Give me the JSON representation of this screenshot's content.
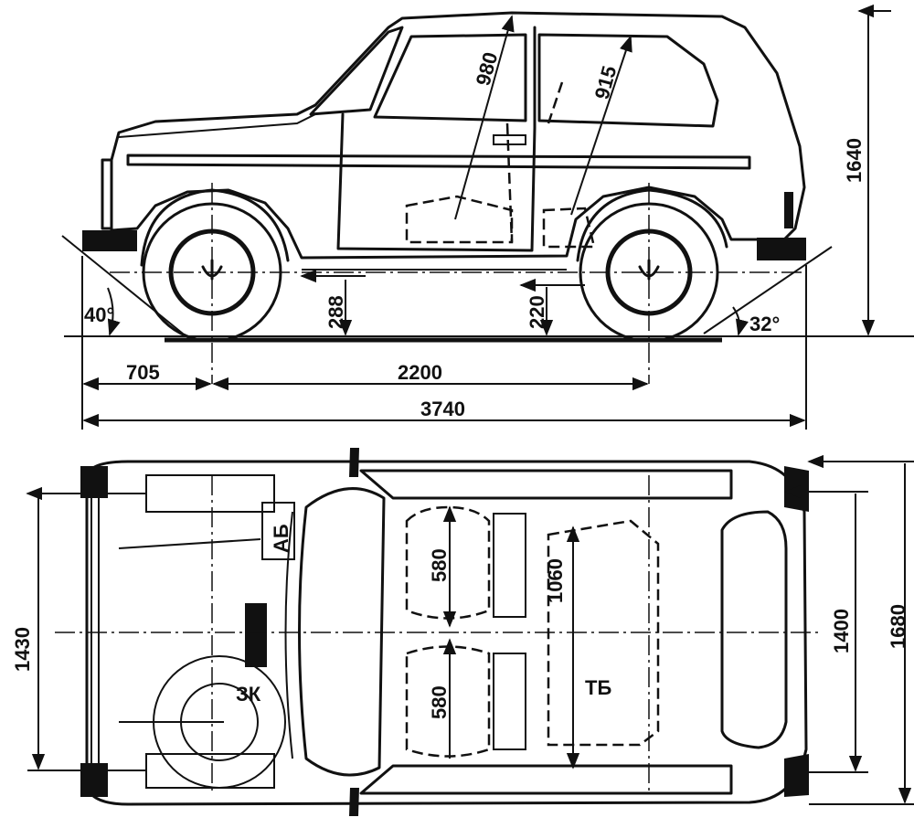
{
  "title": "Vehicle dimension drawing (side and top views)",
  "side_view": {
    "dims": {
      "seat_front_diag": "980",
      "seat_rear_diag": "915",
      "overall_height": "1640",
      "approach_angle": "40°",
      "ground_clearance_sill": "288",
      "ground_clearance_min": "220",
      "departure_angle": "32°",
      "front_overhang": "705",
      "wheelbase": "2200",
      "overall_length": "3740"
    }
  },
  "top_view": {
    "dims": {
      "front_track": "1430",
      "front_seat_width_upper": "580",
      "rear_seat_length": "1060",
      "front_seat_width_lower": "580",
      "rear_track": "1400",
      "overall_width": "1680"
    },
    "labels": {
      "battery": "АБ",
      "spare_wheel": "ЗК",
      "fuel_tank": "ТБ"
    }
  }
}
